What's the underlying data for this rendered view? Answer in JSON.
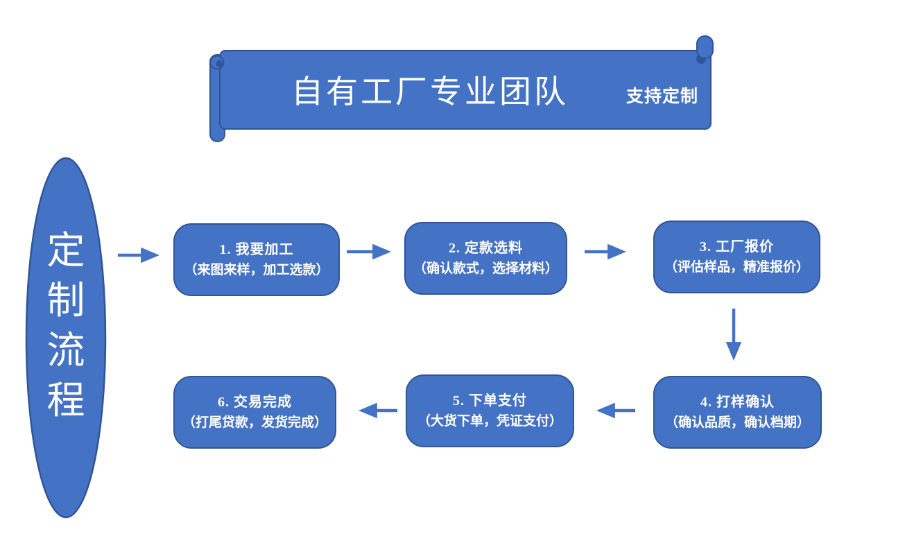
{
  "banner": {
    "title": "自有工厂专业团队",
    "subtitle": "支持定制"
  },
  "side_label": {
    "text": "定制流程",
    "chars": [
      "定",
      "制",
      "流",
      "程"
    ]
  },
  "flow": {
    "steps": [
      {
        "title": "1. 我要加工",
        "subtitle": "（来图来样，加工选款）"
      },
      {
        "title": "2. 定款选料",
        "subtitle": "（确认款式，选择材料）"
      },
      {
        "title": "3. 工厂报价",
        "subtitle": "（评估样品，精准报价）"
      },
      {
        "title": "4. 打样确认",
        "subtitle": "（确认品质，确认档期）"
      },
      {
        "title": "5. 下单支付",
        "subtitle": "（大货下单，凭证支付）"
      },
      {
        "title": "6. 交易完成",
        "subtitle": "（打尾贷款，发货完成）"
      }
    ]
  },
  "colors": {
    "shape_fill": "#4472C4",
    "shape_border": "#2F5597",
    "arrow": "#4472C4",
    "text": "#FFFFFF",
    "background": "#FFFFFF"
  }
}
